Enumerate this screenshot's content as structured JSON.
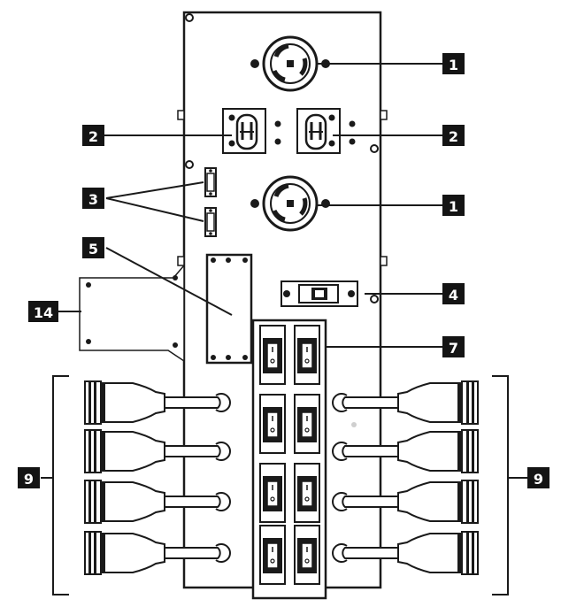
{
  "callouts": {
    "receptacle_top": "1",
    "receptacle_mid": "1",
    "outlet_left": "2",
    "outlet_right": "2",
    "serial_ports": "3",
    "breaker": "4",
    "slot_cover": "5",
    "switch_panel": "7",
    "cords_left": "9",
    "cords_right": "9",
    "bracket": "14"
  },
  "colors": {
    "ink": "#1a1a1a",
    "badge": "#141414",
    "badge_text": "#ffffff",
    "paper": "#ffffff",
    "shade": "#cfcfcf"
  }
}
